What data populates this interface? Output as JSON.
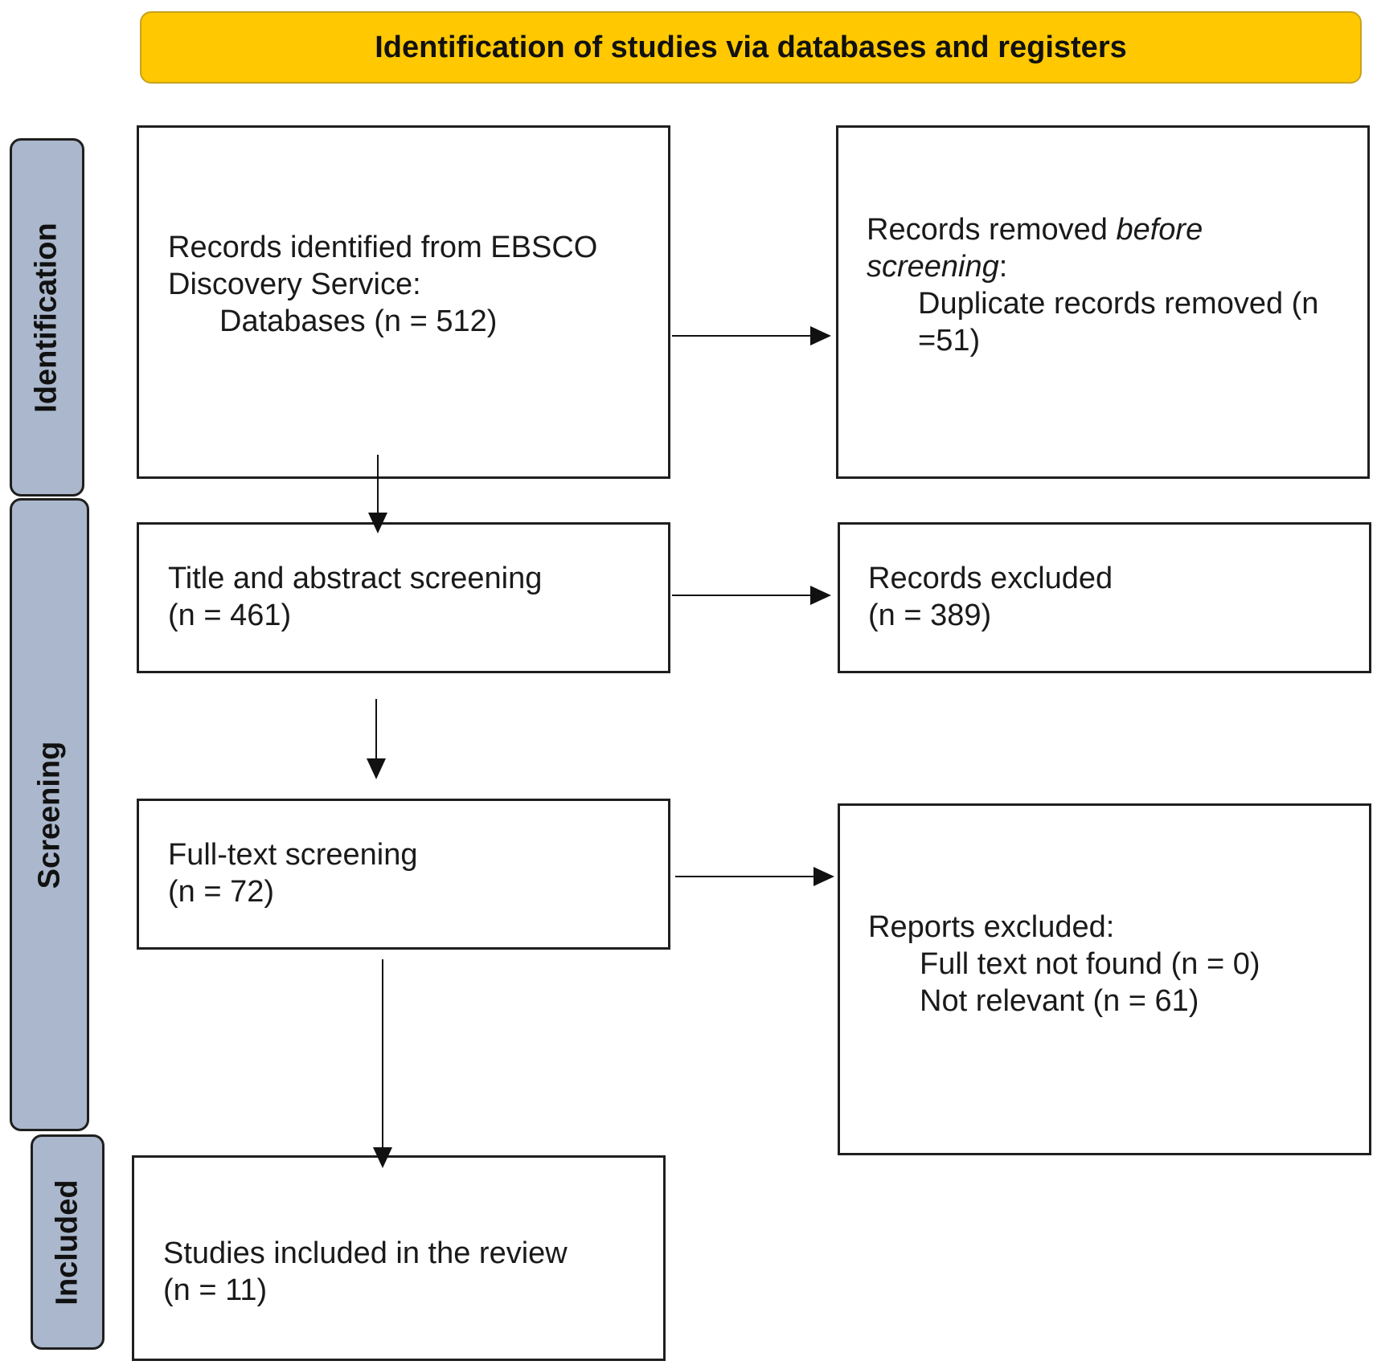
{
  "banner": {
    "text": "Identification of studies via databases and registers"
  },
  "phases": {
    "identification": "Identification",
    "screening": "Screening",
    "included": "Included"
  },
  "boxes": {
    "records_identified": {
      "line1": "Records identified from EBSCO",
      "line2": "Discovery Service:",
      "line3": "Databases (n = 512)"
    },
    "records_removed": {
      "line1_pre": "Records removed ",
      "line1_italic": "before",
      "line2_italic": "screening",
      "line2_post": ":",
      "line3": "Duplicate records removed (n",
      "line4": "=51)"
    },
    "title_abstract": {
      "line1": "Title and abstract screening",
      "line2": "(n = 461)"
    },
    "records_excluded": {
      "line1": "Records excluded",
      "line2": "(n = 389)"
    },
    "full_text": {
      "line1": "Full-text screening",
      "line2": "(n = 72)"
    },
    "reports_excluded": {
      "line1": "Reports excluded:",
      "line2": "Full text not found (n = 0)",
      "line3": "Not relevant (n = 61)"
    },
    "studies_included": {
      "line1": "Studies included in the review",
      "line2": "(n = 11)"
    }
  }
}
